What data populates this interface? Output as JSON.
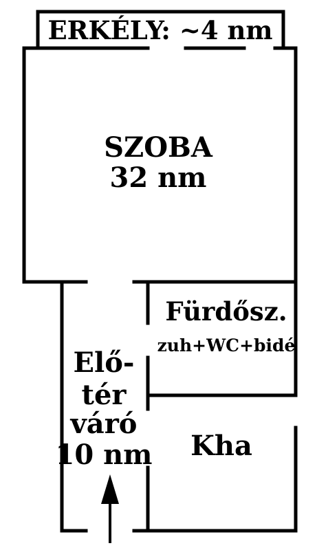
{
  "rooms": {
    "balcony": {
      "label": "ERKÉLY: ~4 nm"
    },
    "room": {
      "name": "SZOBA",
      "area": "32 nm"
    },
    "bathroom": {
      "name": "Fürdősz.",
      "fixtures": "zuh+WC+bidé"
    },
    "hall": {
      "line1": "Elő-",
      "line2": "tér",
      "line3": "váró",
      "line4": "10 nm"
    },
    "kitchen": {
      "name": "Kha"
    }
  },
  "colors": {
    "wall": "#000000",
    "background": "#ffffff"
  },
  "icons": {
    "entrance": "entrance-arrow-icon"
  }
}
